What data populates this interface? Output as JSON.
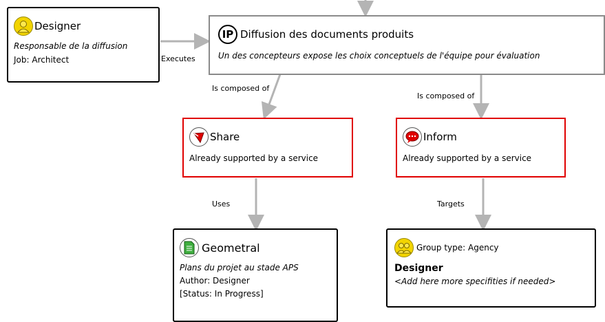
{
  "nodes": {
    "designer": {
      "title": "Designer",
      "subtitle": "Responsable de la diffusion",
      "job": "Job: Architect",
      "icon": "person-icon",
      "icon_color": "#f2d400"
    },
    "process": {
      "badge": "IP",
      "title": "Diffusion des documents produits",
      "subtitle": "Un des concepteurs expose les choix conceptuels de l'équipe pour évaluation"
    },
    "share": {
      "title": "Share",
      "line": "Already supported by a service",
      "icon": "share-icon",
      "icon_color": "#e00000"
    },
    "inform": {
      "title": "Inform",
      "line": "Already supported by a service",
      "icon": "speech-bubble-icon",
      "icon_color": "#e00000"
    },
    "geometral": {
      "title": "Geometral",
      "subtitle": "Plans du projet au stade APS",
      "author": "Author: Designer",
      "status": "[Status: In Progress]",
      "icon": "document-icon",
      "icon_color": "#2f9e2f"
    },
    "group": {
      "group_type": "Group type: Agency",
      "name": "Designer",
      "placeholder": "<Add here more specifities if needed>",
      "icon": "group-icon",
      "icon_color": "#f2d400"
    }
  },
  "edges": {
    "executes": "Executes",
    "composed_left": "Is composed of",
    "composed_right": "Is composed of",
    "uses": "Uses",
    "targets": "Targets"
  },
  "colors": {
    "service_border": "#e00000",
    "process_border": "#8a8a8a",
    "edge": "#b4b4b4"
  }
}
